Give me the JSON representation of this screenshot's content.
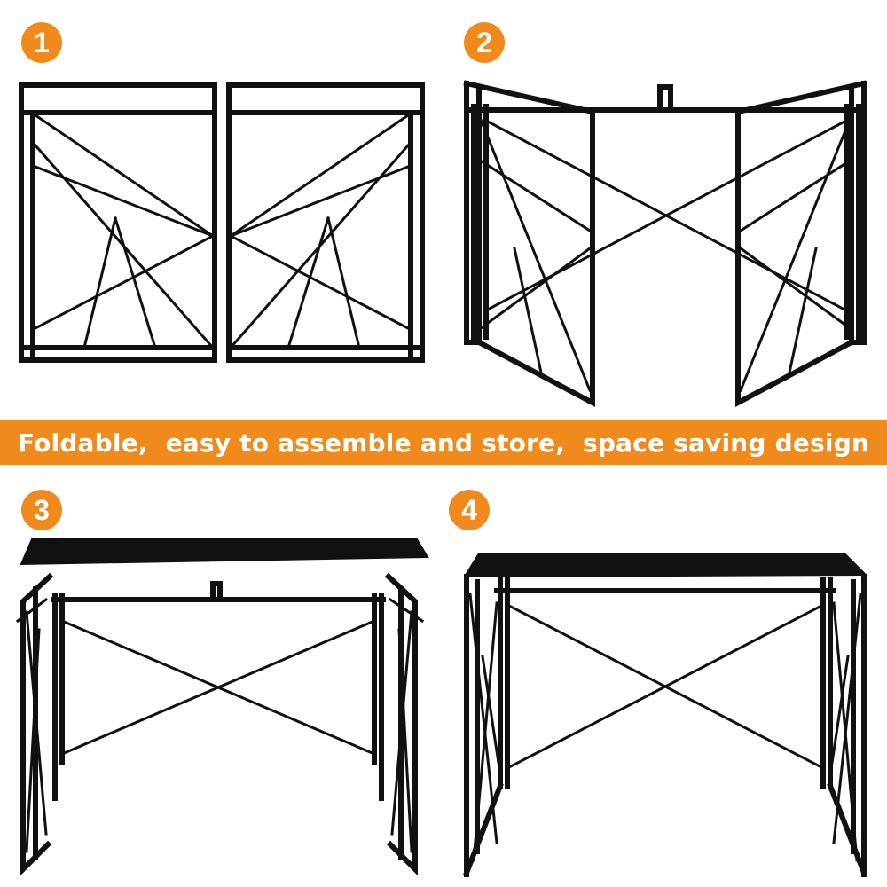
{
  "colors": {
    "accent": "#f08a1c",
    "frame": "#111111",
    "background": "#ffffff"
  },
  "steps": [
    {
      "number": "1"
    },
    {
      "number": "2"
    },
    {
      "number": "3"
    },
    {
      "number": "4"
    }
  ],
  "banner": {
    "text": "Foldable,  easy to assemble and store,  space saving design"
  }
}
